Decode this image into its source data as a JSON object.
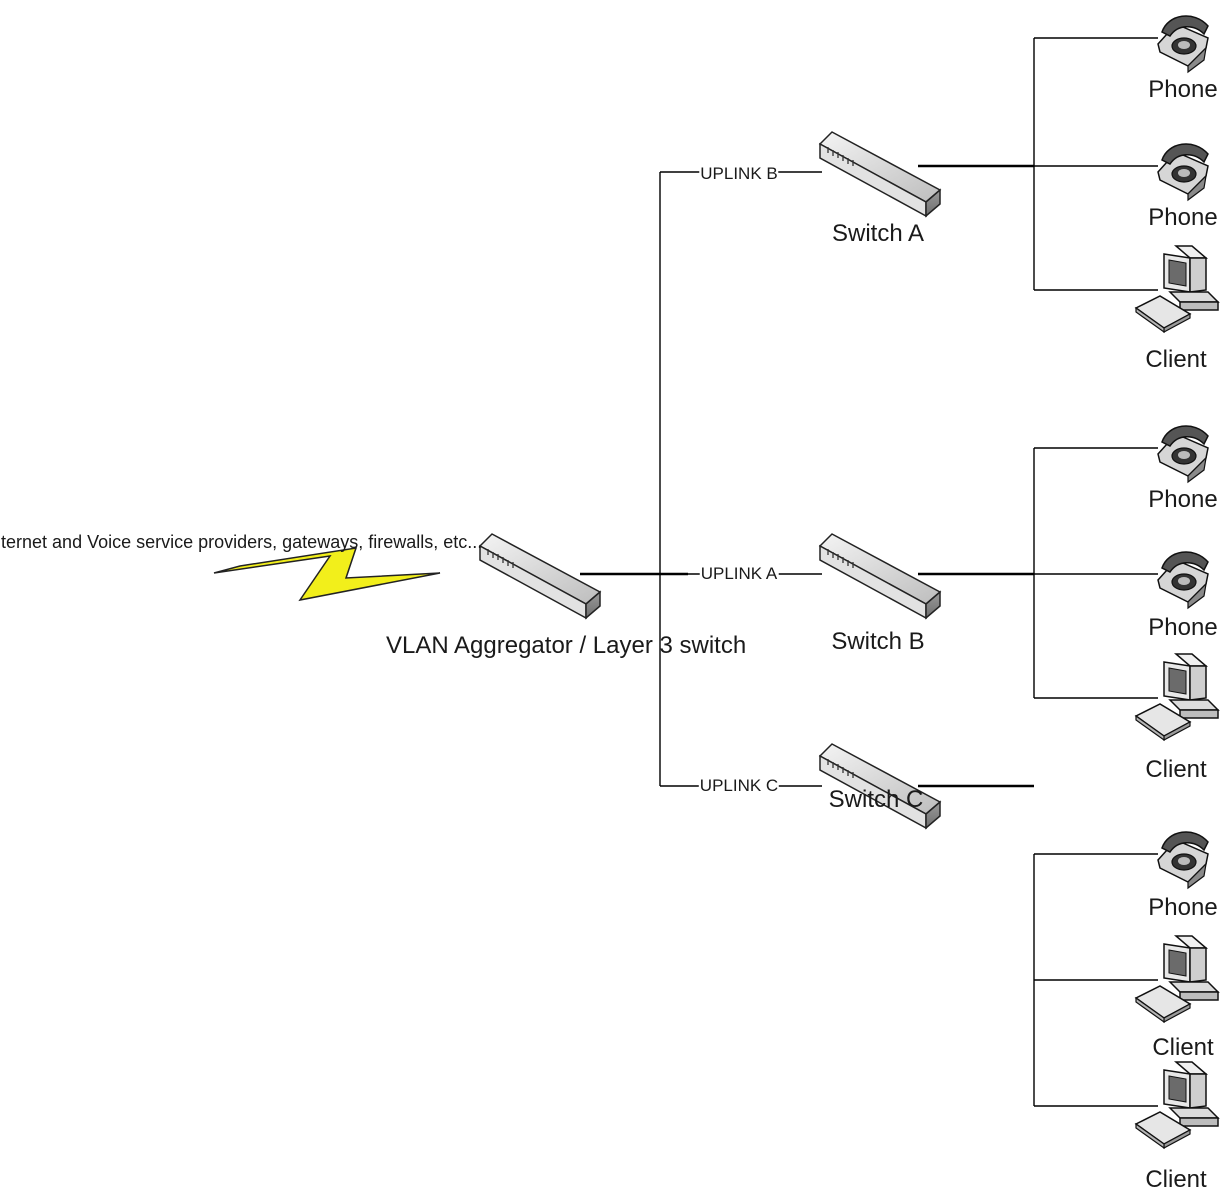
{
  "colors": {
    "line": "#000000",
    "lightning": "#f2ef1b",
    "switch_body": "#d9d9d9",
    "device_fill": "#e4e4e4"
  },
  "internet": {
    "label": "Internet and Voice service providers, gateways, firewalls, etc...",
    "icon": "lightning-bolt-icon"
  },
  "aggregator": {
    "label": "VLAN Aggregator / Layer 3 switch",
    "icon": "switch-icon"
  },
  "uplinks": [
    {
      "label": "UPLINK B",
      "target": "Switch A"
    },
    {
      "label": "UPLINK A",
      "target": "Switch B"
    },
    {
      "label": "UPLINK C",
      "target": "Switch C"
    }
  ],
  "switches": [
    {
      "label": "Switch A",
      "icon": "switch-icon",
      "devices": [
        {
          "label": "Phone",
          "icon": "phone-icon"
        },
        {
          "label": "Phone",
          "icon": "phone-icon"
        },
        {
          "label": "Client",
          "icon": "computer-icon"
        }
      ]
    },
    {
      "label": "Switch B",
      "icon": "switch-icon",
      "devices": [
        {
          "label": "Phone",
          "icon": "phone-icon"
        },
        {
          "label": "Phone",
          "icon": "phone-icon"
        },
        {
          "label": "Client",
          "icon": "computer-icon"
        }
      ]
    },
    {
      "label": "Switch C",
      "icon": "switch-icon",
      "devices": [
        {
          "label": "Phone",
          "icon": "phone-icon"
        },
        {
          "label": "Client",
          "icon": "computer-icon"
        },
        {
          "label": "Client",
          "icon": "computer-icon"
        }
      ]
    }
  ]
}
